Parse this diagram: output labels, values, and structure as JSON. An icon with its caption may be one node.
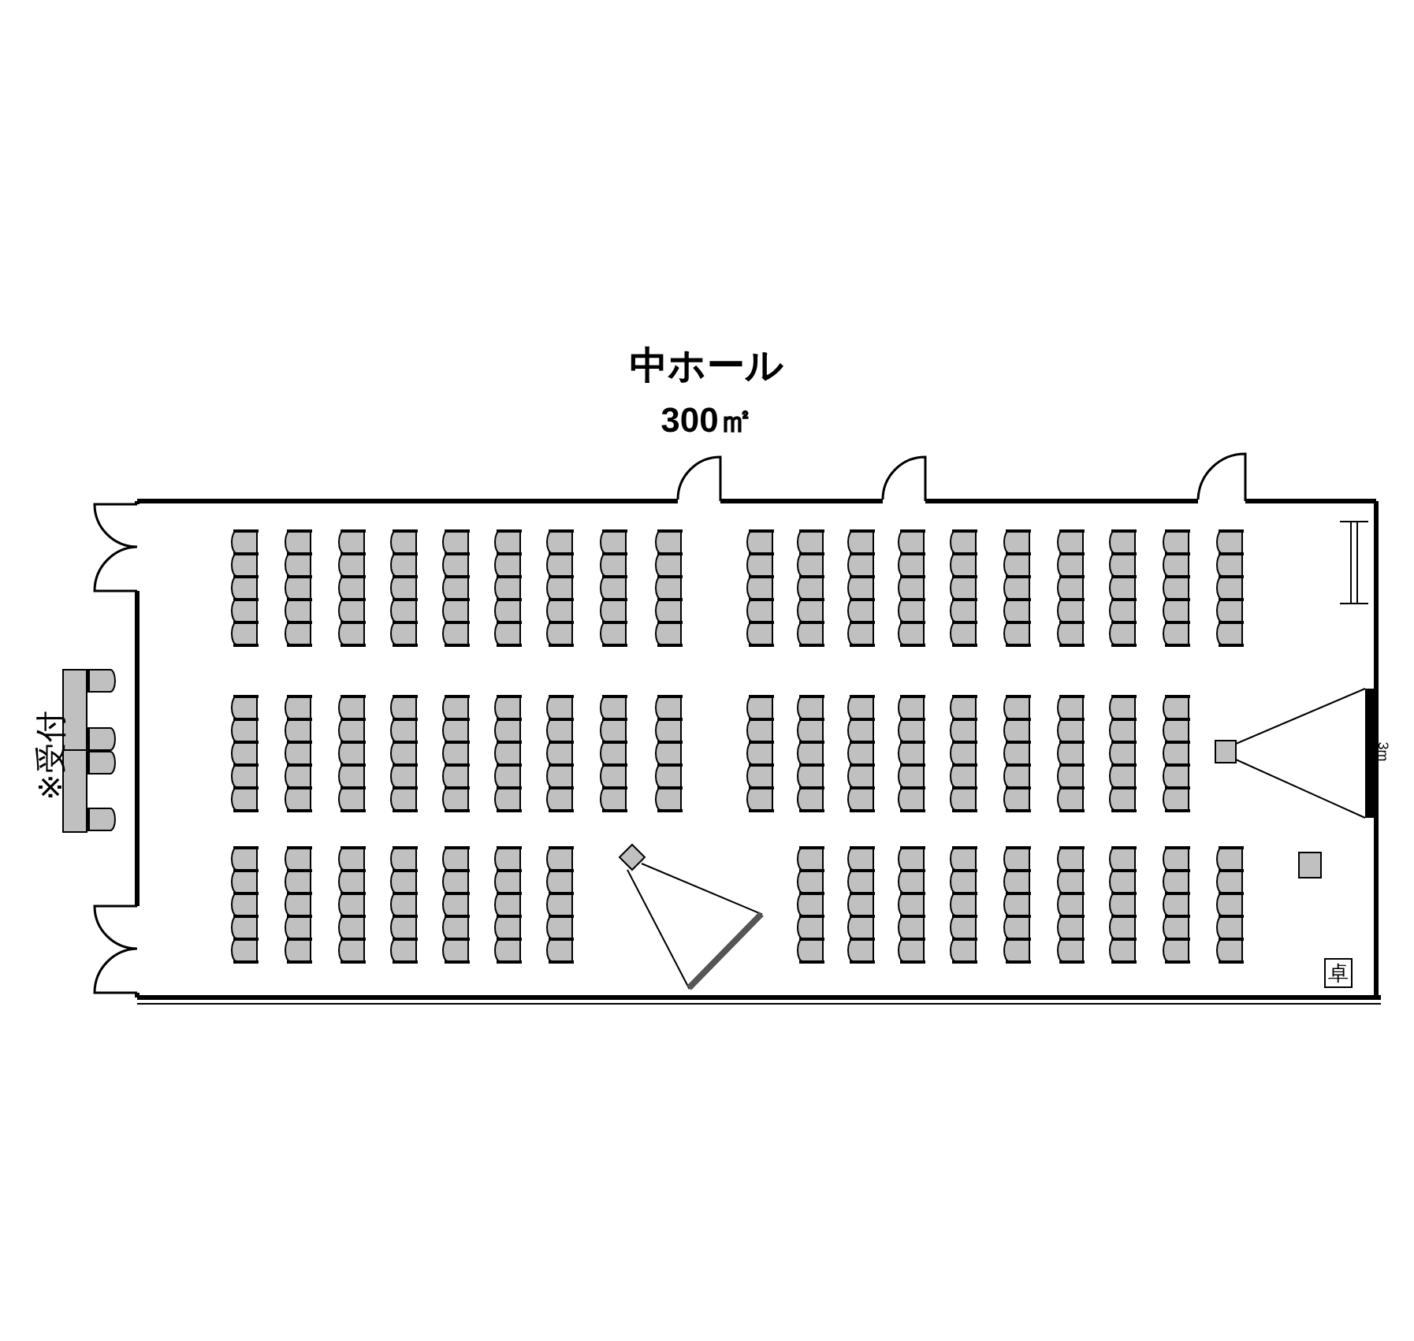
{
  "diagram": {
    "title": "中ホール",
    "labels": [
      "300㎡",
      "※受付",
      "3m",
      "卓"
    ]
  }
}
